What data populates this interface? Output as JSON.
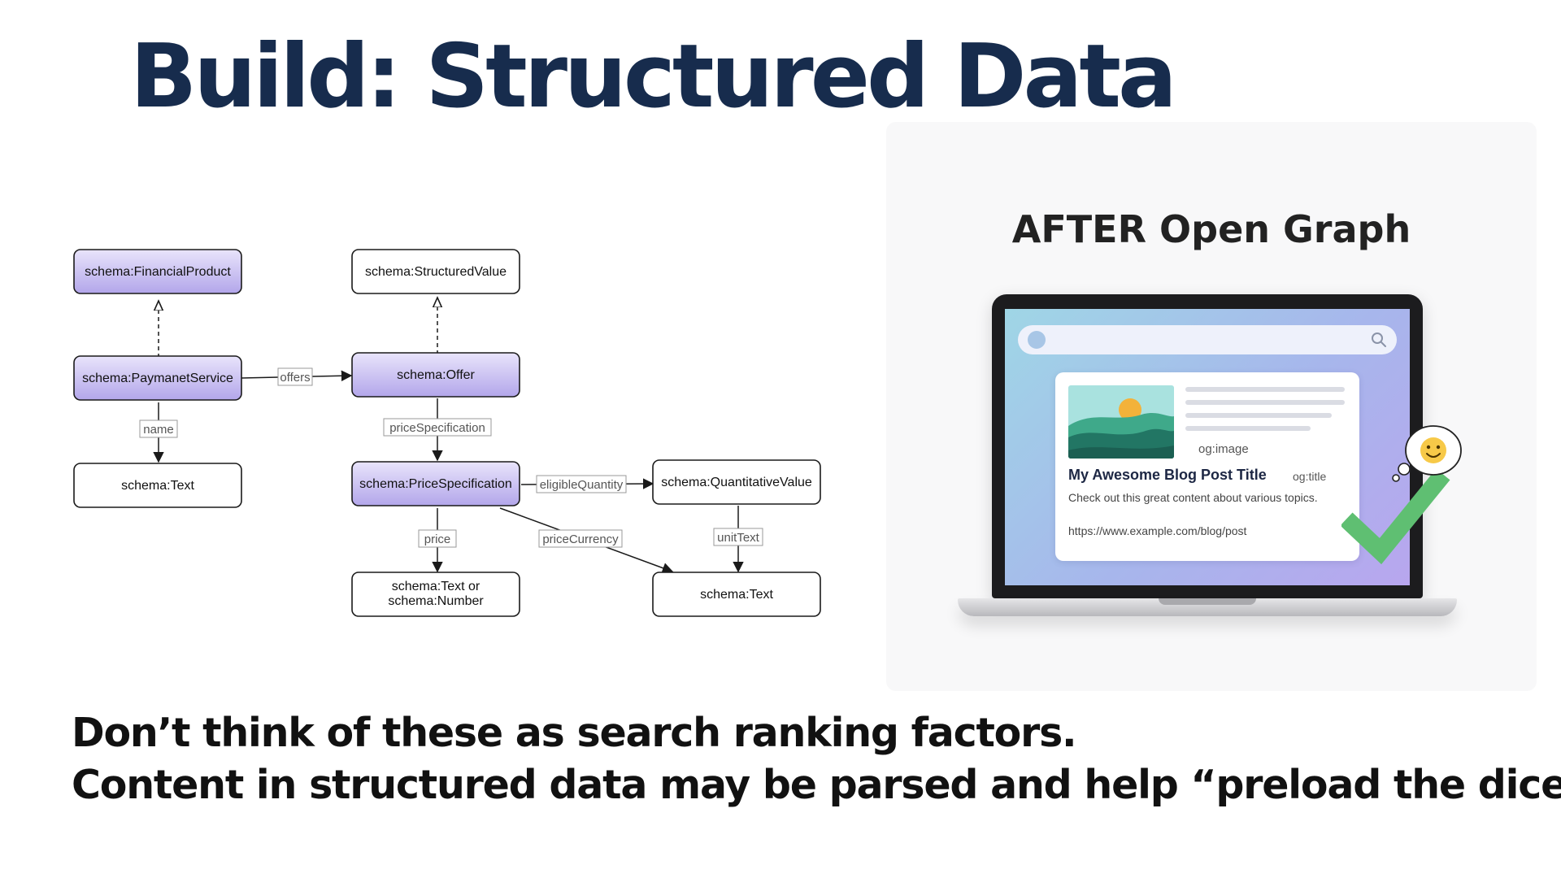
{
  "slide": {
    "title": "Build: Structured Data",
    "footer_lines": [
      "Don’t think of these as search ranking factors.",
      "Content in structured data may be parsed and help “preload the dice”"
    ]
  },
  "diagram": {
    "nodes": {
      "financial_product": "schema:FinancialProduct",
      "payment_service": "schema:PaymanetService",
      "text_left": "schema:Text",
      "structured_value": "schema:StructuredValue",
      "offer": "schema:Offer",
      "price_specification": "schema:PriceSpecification",
      "text_or_number_line1": "schema:Text or",
      "text_or_number_line2": "schema:Number",
      "quantitative_value": "schema:QuantitativeValue",
      "text_right": "schema:Text"
    },
    "edges": {
      "offers": "offers",
      "name": "name",
      "price_specification": "priceSpecification",
      "eligible_quantity": "eligibleQuantity",
      "price": "price",
      "price_currency": "priceCurrency",
      "unit_text": "unitText"
    },
    "colors": {
      "stereotype_fill_top": "#e9e4fb",
      "stereotype_fill_bottom": "#b3a6ea"
    }
  },
  "og_panel": {
    "heading": "AFTER Open Graph",
    "card": {
      "image_label": "og:image",
      "title": "My Awesome Blog Post Title",
      "title_tag": "og:title",
      "description": "Check out this great content about various topics.",
      "url": "https://www.example.com/blog/post"
    },
    "icons": [
      "search-icon",
      "smiley-icon",
      "checkmark-icon"
    ],
    "colors": {
      "check": "#5fbf72",
      "title": "#172c4d"
    }
  }
}
